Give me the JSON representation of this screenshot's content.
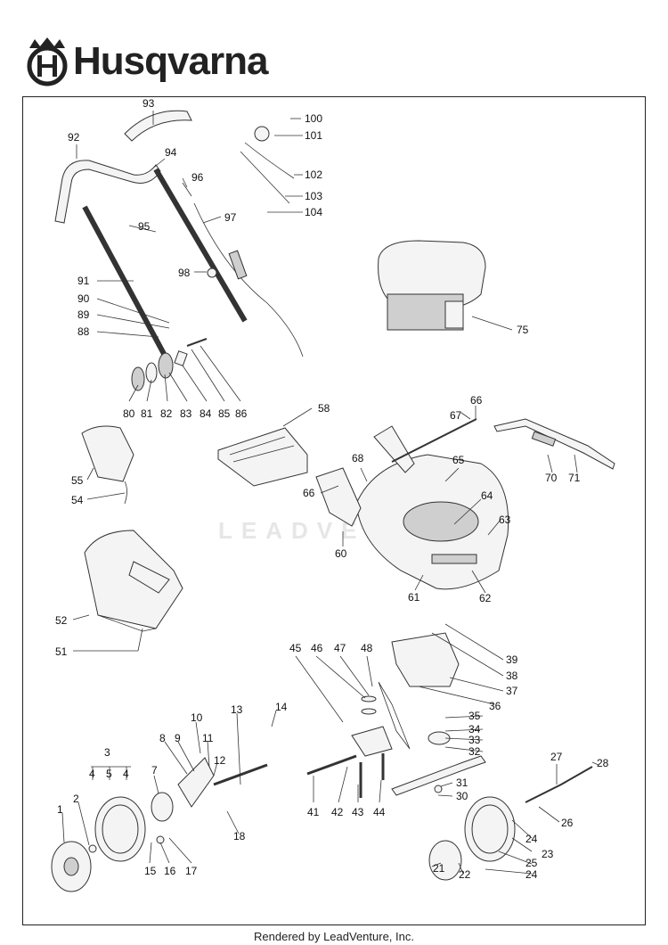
{
  "brand": {
    "name": "Husqvarna",
    "logo_icon": "husqvarna-crown-h-logo-icon"
  },
  "watermark": "LEADVENTURE",
  "footer": {
    "credit": "Rendered by LeadVenture, Inc."
  },
  "callouts": {
    "c1": "1",
    "c2": "2",
    "c3": "3",
    "c4a": "4",
    "c5": "5",
    "c4b": "4",
    "c7": "7",
    "c8": "8",
    "c9": "9",
    "c10": "10",
    "c11": "11",
    "c12": "12",
    "c13": "13",
    "c14": "14",
    "c15": "15",
    "c16": "16",
    "c17": "17",
    "c18": "18",
    "c21": "21",
    "c22": "22",
    "c23": "23",
    "c24a": "24",
    "c25": "25",
    "c24b": "24",
    "c26": "26",
    "c27": "27",
    "c28": "28",
    "c30": "30",
    "c31": "31",
    "c32": "32",
    "c33": "33",
    "c34": "34",
    "c35": "35",
    "c36": "36",
    "c37": "37",
    "c38": "38",
    "c39": "39",
    "c41": "41",
    "c42": "42",
    "c43": "43",
    "c44": "44",
    "c45": "45",
    "c46": "46",
    "c47": "47",
    "c48": "48",
    "c51": "51",
    "c52": "52",
    "c54": "54",
    "c55": "55",
    "c58": "58",
    "c60": "60",
    "c61": "61",
    "c62": "62",
    "c63": "63",
    "c64": "64",
    "c65": "65",
    "c66a": "66",
    "c66b": "66",
    "c67": "67",
    "c68": "68",
    "c70": "70",
    "c71": "71",
    "c75": "75",
    "c80": "80",
    "c81": "81",
    "c82": "82",
    "c83": "83",
    "c84": "84",
    "c85": "85",
    "c86": "86",
    "c88": "88",
    "c89": "89",
    "c90": "90",
    "c91": "91",
    "c92": "92",
    "c93": "93",
    "c94": "94",
    "c95": "95",
    "c96": "96",
    "c97": "97",
    "c98": "98",
    "c100": "100",
    "c101": "101",
    "c102": "102",
    "c103": "103",
    "c104": "104"
  }
}
